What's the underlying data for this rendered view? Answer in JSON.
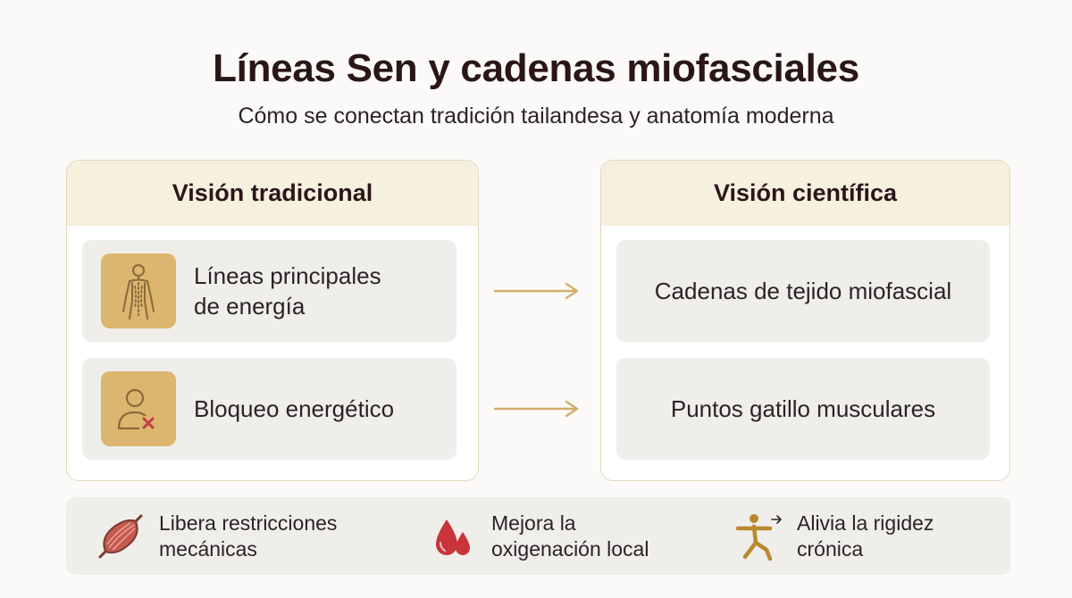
{
  "header": {
    "title": "Líneas Sen y cadenas miofasciales",
    "subtitle": "Cómo se conectan tradición tailandesa y anatomía moderna"
  },
  "traditional": {
    "heading": "Visión tradicional",
    "items": [
      {
        "label": "Líneas principales\nde energía",
        "icon": "body-lines-icon"
      },
      {
        "label": "Bloqueo energético",
        "icon": "person-blocked-icon"
      }
    ]
  },
  "scientific": {
    "heading": "Visión científica",
    "items": [
      {
        "label": "Cadenas de tejido miofascial"
      },
      {
        "label": "Puntos gatillo musculares"
      }
    ]
  },
  "benefits": [
    {
      "label": "Libera restricciones\nmecánicas",
      "icon": "muscle-icon"
    },
    {
      "label": "Mejora la\noxigenación local",
      "icon": "blood-drops-icon"
    },
    {
      "label": "Alivia la rigidez\ncrónica",
      "icon": "stretching-person-icon"
    }
  ],
  "colors": {
    "accent_gold": "#dcb56e",
    "header_fill": "#f6f0de",
    "card_fill": "#efeeeb",
    "arrow": "#d1ad6a",
    "blood_red": "#c8343a",
    "muscle_red": "#c55a4f"
  }
}
